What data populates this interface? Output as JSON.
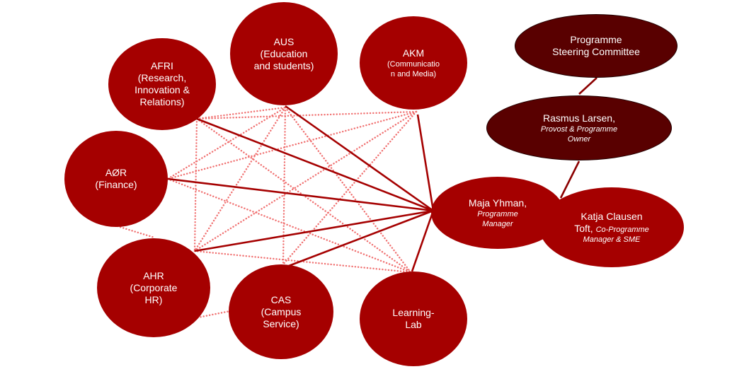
{
  "nodes": {
    "afri": {
      "name": "AFRI",
      "lines": [
        "(Research,",
        "Innovation &",
        "Relations)"
      ]
    },
    "aus": {
      "name": "AUS",
      "lines": [
        "(Education",
        "and students)"
      ]
    },
    "akm": {
      "name": "AKM",
      "lines": [
        "(Communicatio",
        "n and Media)"
      ]
    },
    "aor": {
      "name": "AØR",
      "lines": [
        "(Finance)"
      ]
    },
    "ahr": {
      "name": "AHR",
      "lines": [
        "(Corporate",
        "HR)"
      ]
    },
    "cas": {
      "name": "CAS",
      "lines": [
        "(Campus",
        "Service)"
      ]
    },
    "learninglab": {
      "lines": [
        "Learning-",
        "Lab"
      ]
    },
    "maja": {
      "name": "Maja Yhman,",
      "role_lines": [
        "Programme",
        "Manager"
      ]
    },
    "katja": {
      "name1": "Katja Clausen",
      "name2": "Toft,",
      "role1": "Co-Programme",
      "role2": "Manager & SME"
    },
    "rasmus": {
      "name": "Rasmus Larsen,",
      "role_lines": [
        "Provost & Programme",
        "Owner"
      ]
    },
    "steering": {
      "lines": [
        "Programme",
        "Steering Committee"
      ]
    }
  },
  "colors": {
    "node": "#a50000",
    "dark_node": "#590000",
    "solid_link": "#a50000",
    "dotted_link": "#f07070",
    "hierarchy_link": "#8b0000"
  },
  "links": {
    "solid": [
      [
        "afri",
        "maja"
      ],
      [
        "aor",
        "maja"
      ],
      [
        "ahr",
        "maja"
      ],
      [
        "cas",
        "maja"
      ],
      [
        "aus",
        "maja"
      ],
      [
        "akm",
        "maja"
      ],
      [
        "learninglab",
        "maja"
      ]
    ],
    "dotted": [
      [
        "afri",
        "aus"
      ],
      [
        "afri",
        "akm"
      ],
      [
        "afri",
        "ahr"
      ],
      [
        "afri",
        "learninglab"
      ],
      [
        "aus",
        "aor"
      ],
      [
        "aus",
        "ahr"
      ],
      [
        "aus",
        "cas"
      ],
      [
        "aus",
        "learninglab"
      ],
      [
        "akm",
        "aor"
      ],
      [
        "akm",
        "ahr"
      ],
      [
        "akm",
        "cas"
      ],
      [
        "aor",
        "ahr"
      ],
      [
        "aor",
        "learninglab"
      ],
      [
        "ahr",
        "learninglab"
      ],
      [
        "ahr",
        "cas"
      ]
    ],
    "hierarchy": [
      [
        "steering",
        "rasmus"
      ],
      [
        "rasmus",
        "katja"
      ]
    ]
  }
}
